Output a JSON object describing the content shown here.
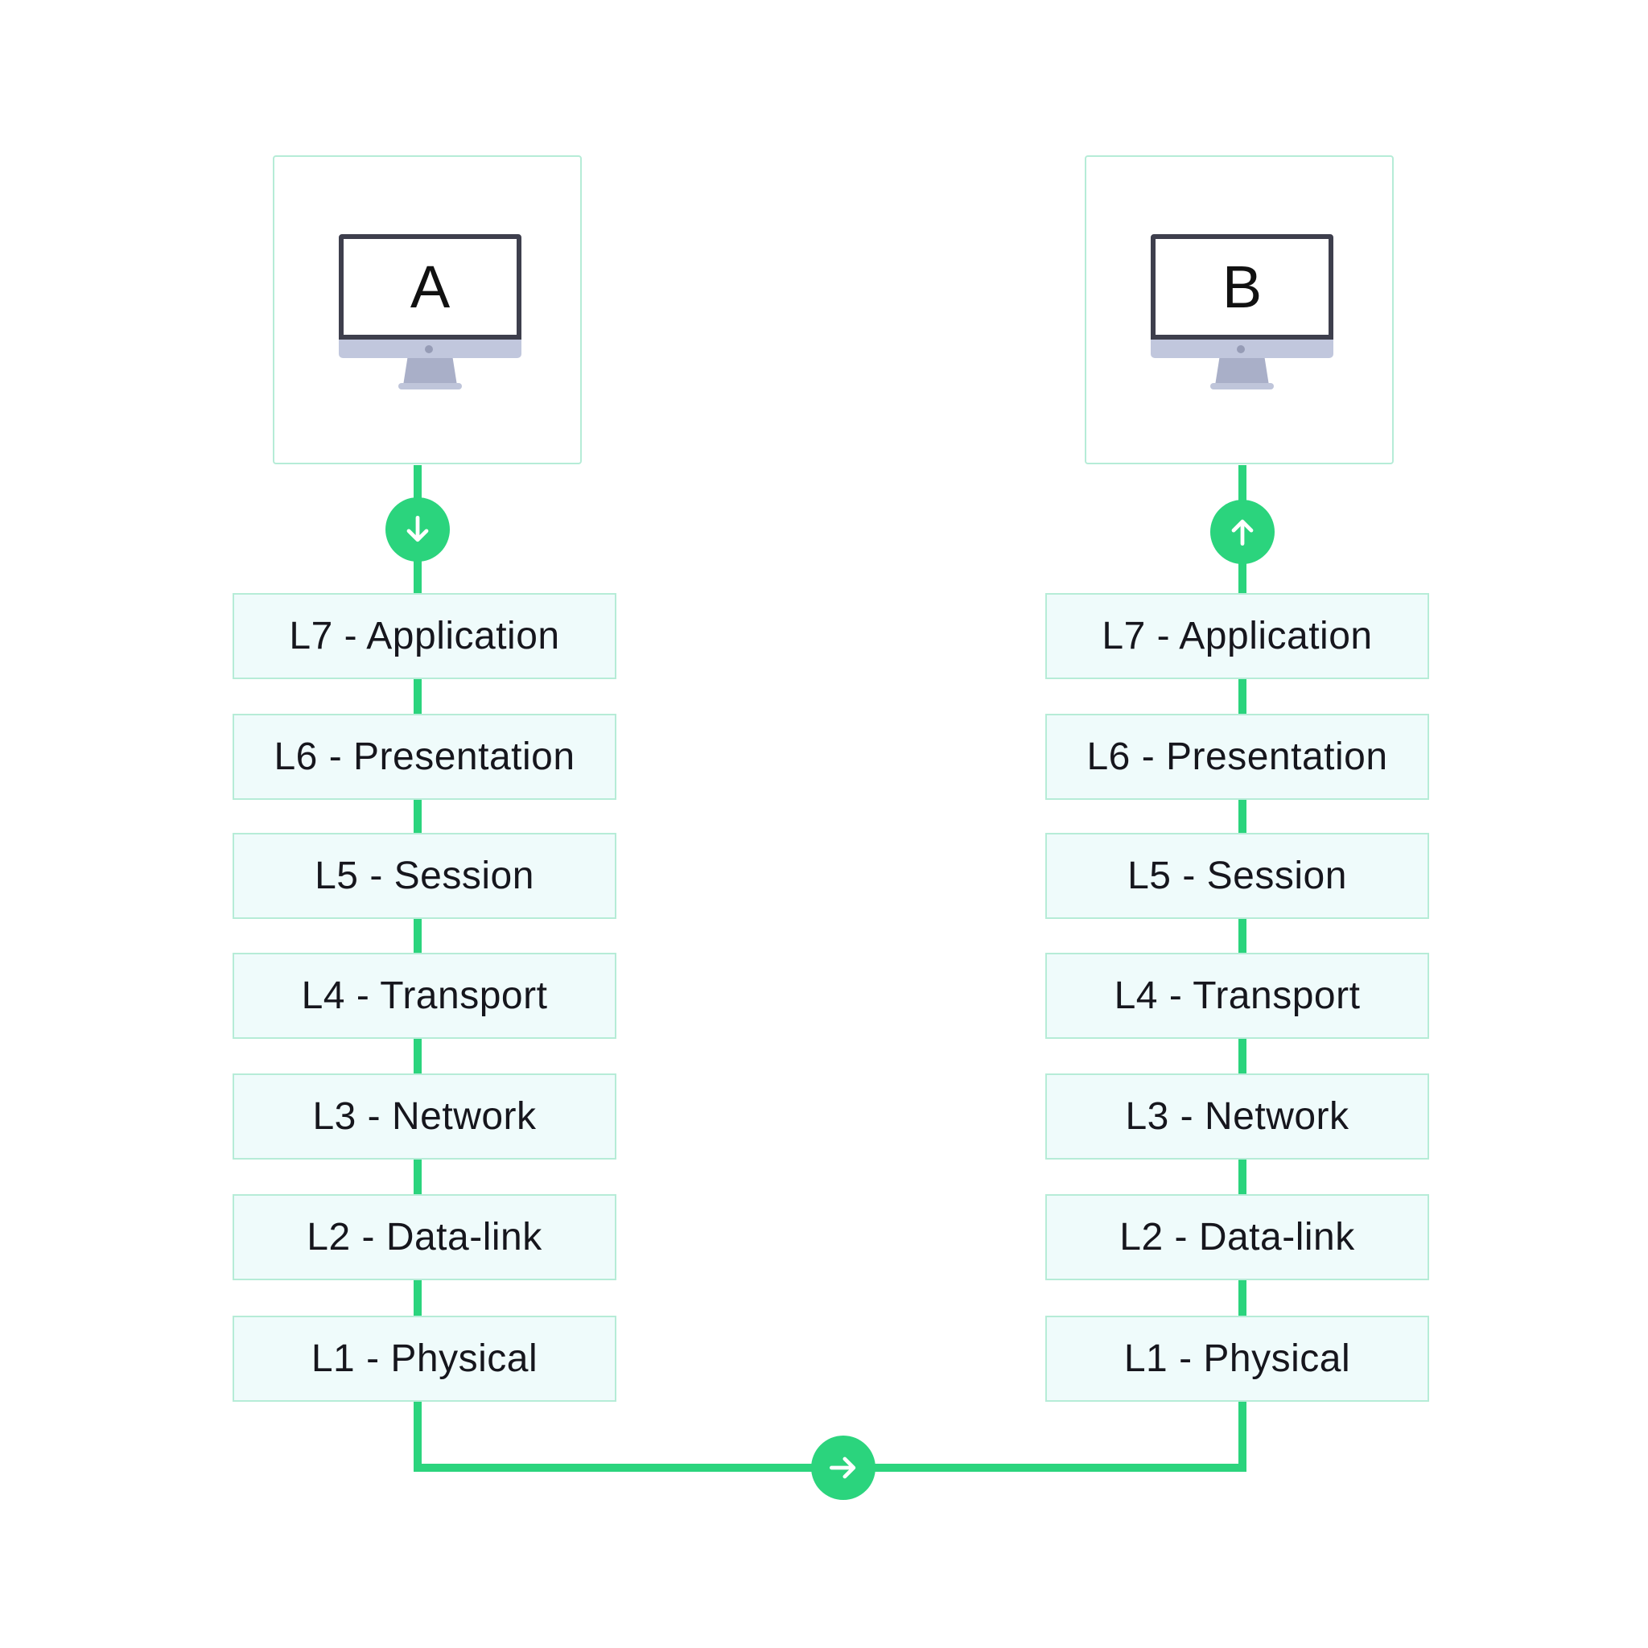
{
  "colors": {
    "accent": "#2bd47d",
    "box_border": "#b6ecd7",
    "box_fill": "#effbfb",
    "monitor_frame": "#3e3f4d",
    "monitor_stand": "#c1c7dd"
  },
  "host_a": {
    "label": "A",
    "icon": "desktop-monitor-icon",
    "flow_icon": "arrow-down-icon",
    "layers": [
      "L7 - Application",
      "L6 - Presentation",
      "L5 - Session",
      "L4 - Transport",
      "L3 - Network",
      "L2 - Data-link",
      "L1 - Physical"
    ]
  },
  "host_b": {
    "label": "B",
    "icon": "desktop-monitor-icon",
    "flow_icon": "arrow-up-icon",
    "layers": [
      "L7 - Application",
      "L6 - Presentation",
      "L5 - Session",
      "L4 - Transport",
      "L3 - Network",
      "L2 - Data-link",
      "L1 - Physical"
    ]
  },
  "transfer_icon": "arrow-right-icon"
}
